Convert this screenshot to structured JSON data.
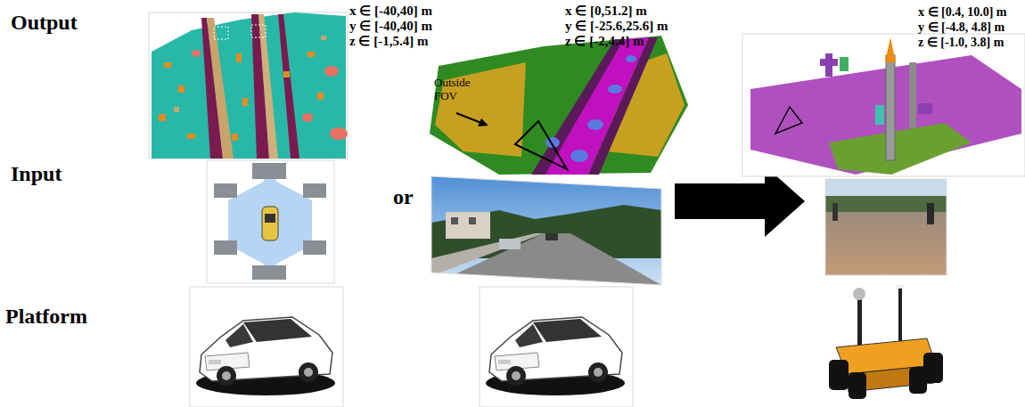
{
  "diagram": {
    "labels": [
      "Output",
      "Input",
      "Platform",
      "x ∈ [-40,40] m",
      "y ∈ [-40,40] m",
      "z ∈ [-1,5.4] m",
      "x ∈ [0,51.2] m",
      "y ∈ [-25.6,25.6] m",
      "z ∈ [-2,4.4] m",
      "Outside FOV",
      "or",
      "x ∈ [0.4, 10.0] m",
      "y ∈ [-4.8, 4.8] m",
      "z ∈ [-1.0, 3.8] m"
    ]
  }
}
